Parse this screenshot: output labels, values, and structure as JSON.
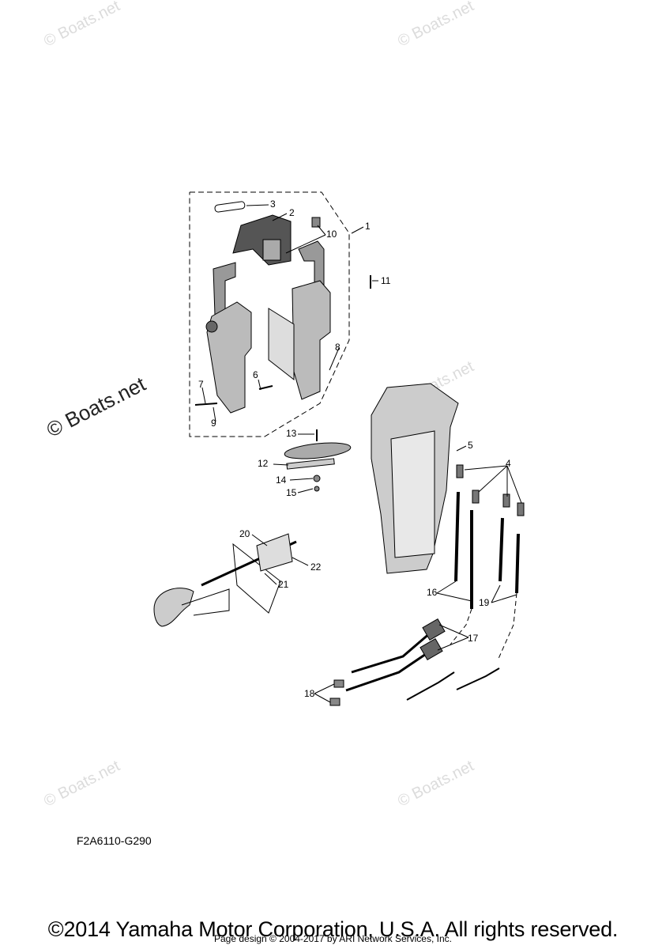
{
  "watermark_text": "© Boats.net",
  "watermark_text_main": "© Boats.net",
  "callouts": {
    "n1": "1",
    "n2": "2",
    "n3": "3",
    "n4": "4",
    "n5": "5",
    "n6": "6",
    "n7": "7",
    "n8": "8",
    "n9": "9",
    "n10": "10",
    "n11": "11",
    "n12": "12",
    "n13": "13",
    "n14": "14",
    "n15": "15",
    "n16": "16",
    "n17": "17",
    "n18": "18",
    "n19": "19",
    "n20": "20",
    "n21": "21",
    "n22": "22"
  },
  "diagram_code": "F2A6110-G290",
  "copyright": "©2014 Yamaha Motor Corporation, U.S.A. All rights reserved.",
  "page_credit": "Page design © 2004-2017 by ARI Network Services, Inc."
}
